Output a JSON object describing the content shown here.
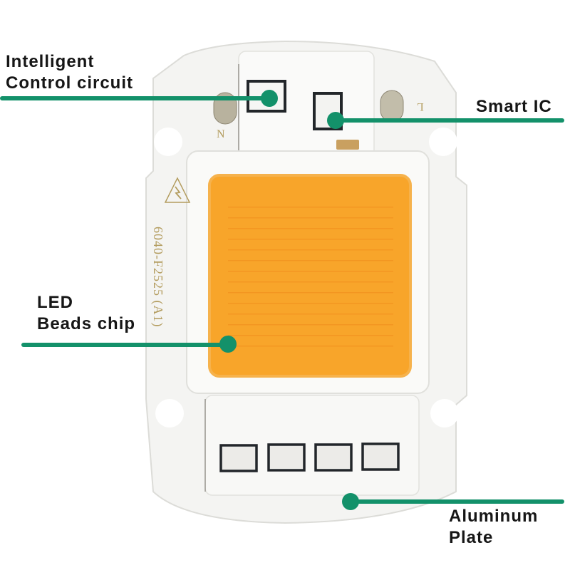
{
  "figure": {
    "subject": "COB LED chip module on aluminum board",
    "colors": {
      "accent": "#13916a",
      "board": "#f4f4f2",
      "board_edge": "#dcdcd8",
      "chip": "#f8a52a",
      "chip_edge": "#f6b24c",
      "text": "#161616",
      "silkscreen": "#b39c5e",
      "pad": "#c9c6b8"
    }
  },
  "callouts": [
    {
      "id": "intelligent-control-circuit",
      "lines": [
        "Intelligent",
        "Control circuit"
      ]
    },
    {
      "id": "smart-ic",
      "lines": [
        "Smart IC"
      ]
    },
    {
      "id": "led-beads-chip",
      "lines": [
        "LED",
        "Beads chip"
      ]
    },
    {
      "id": "aluminum-plate",
      "lines": [
        "Aluminum",
        "Plate"
      ]
    }
  ],
  "board_markings": {
    "neutral": "N",
    "live": "L",
    "model_code": "6040-F2525 (A1)",
    "warning_symbol": "high-voltage-warning-icon"
  }
}
